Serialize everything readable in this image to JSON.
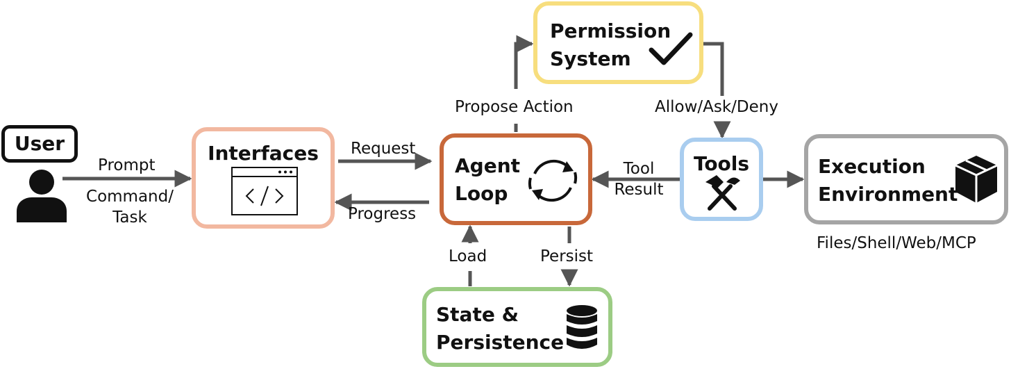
{
  "user": {
    "label": "User"
  },
  "interfaces": {
    "title": "Interfaces"
  },
  "agent_loop": {
    "line1": "Agent",
    "line2": "Loop"
  },
  "permission": {
    "line1": "Permission",
    "line2": "System"
  },
  "tools": {
    "title": "Tools"
  },
  "execution": {
    "line1": "Execution",
    "line2": "Environment",
    "caption": "Files/Shell/Web/MCP"
  },
  "state": {
    "line1": "State &",
    "line2": "Persistence"
  },
  "edges": {
    "prompt": "Prompt",
    "command_task_1": "Command/",
    "command_task_2": "Task",
    "request": "Request",
    "progress": "Progress",
    "propose_action": "Propose Action",
    "allow_ask_deny": "Allow/Ask/Deny",
    "tool_result_1": "Tool",
    "tool_result_2": "Result",
    "load": "Load",
    "persist": "Persist"
  },
  "colors": {
    "interfaces": "#f2b8a0",
    "agent_loop": "#c8683a",
    "permission": "#f7de7e",
    "tools": "#a9cdef",
    "execution": "#a5a5a5",
    "state": "#9ccc84",
    "arrow": "#555555",
    "ink": "#111111"
  },
  "icons": {
    "user": "person-icon",
    "interfaces": "code-window-icon",
    "agent_loop": "refresh-cycle-icon",
    "permission": "checkmark-icon",
    "tools": "hammer-pickaxe-icon",
    "execution": "package-box-icon",
    "state": "database-icon"
  }
}
